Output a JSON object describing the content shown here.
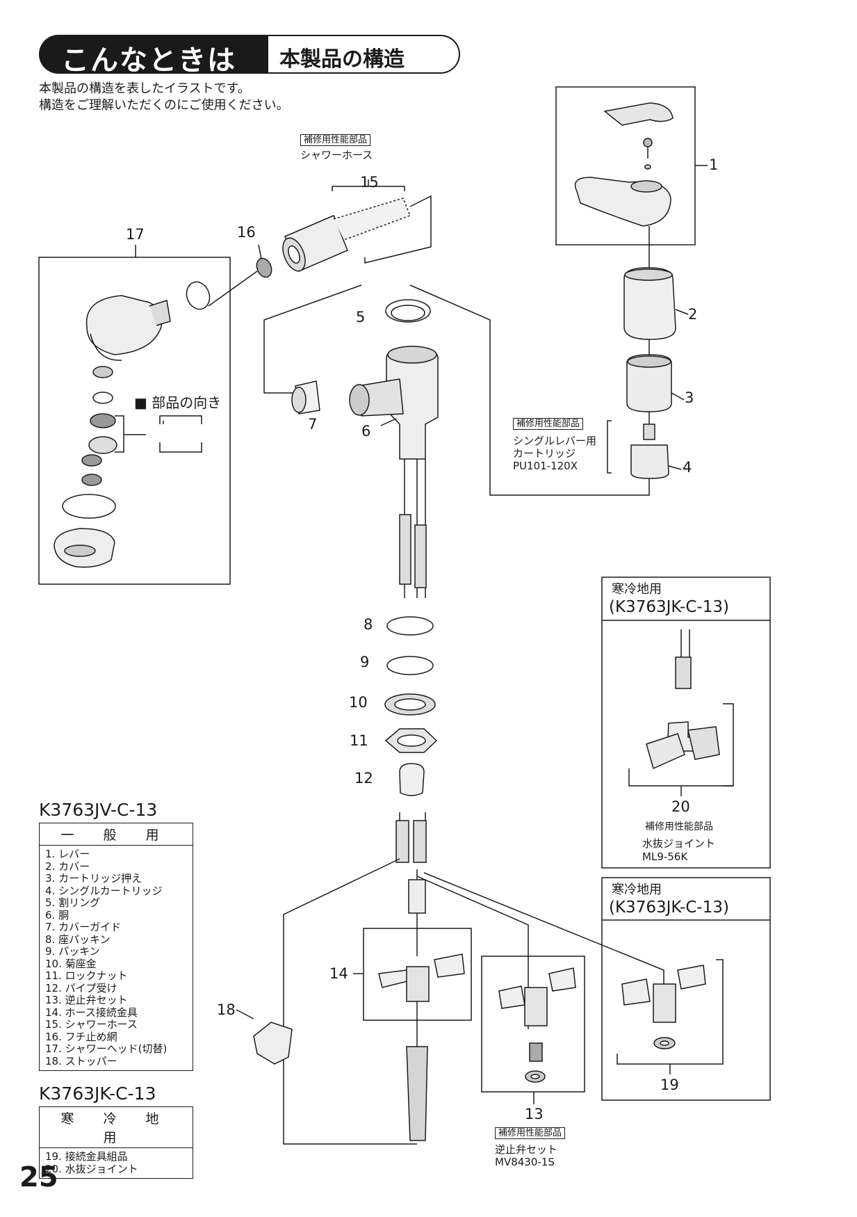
{
  "header": {
    "black_label": "こんなときは",
    "outline_label": "本製品の構造"
  },
  "intro": {
    "line1": "本製品の構造を表したイラストです。",
    "line2": "構造をご理解いただくのにご使用ください。"
  },
  "callouts": {
    "c1": "1",
    "c2": "2",
    "c3": "3",
    "c4": "4",
    "c5": "5",
    "c6": "6",
    "c7": "7",
    "c8": "8",
    "c9": "9",
    "c10": "10",
    "c11": "11",
    "c12": "12",
    "c13": "13",
    "c14": "14",
    "c15": "15",
    "c16": "16",
    "c17": "17",
    "c18": "18",
    "c19": "19",
    "c20": "20"
  },
  "hose_note": {
    "tag": "補修用性能部品",
    "name": "シャワーホース"
  },
  "cartridge_note": {
    "tag": "補修用性能部品",
    "line1": "シングルレバー用",
    "line2": "カートリッジ",
    "code": "PU101-120X"
  },
  "orientation_label": "■ 部品の向き",
  "cold_box_1": {
    "title1": "寒冷地用",
    "title2": "(K3763JK-C-13)",
    "tag": "補修用性能部品",
    "name": "水抜ジョイント",
    "code": "ML9-56K"
  },
  "cold_box_2": {
    "title1": "寒冷地用",
    "title2": "(K3763JK-C-13)"
  },
  "valve_note": {
    "tag": "補修用性能部品",
    "name": "逆止弁セット",
    "code": "MV8430-1S"
  },
  "general_table": {
    "model": "K3763JV-C-13",
    "heading": "一 般 用",
    "items": [
      " 1.  レバー",
      " 2.  カバー",
      " 3.  カートリッジ押え",
      " 4.  シングルカートリッジ",
      " 5.  割リング",
      " 6.  胴",
      " 7.  カバーガイド",
      " 8.  座パッキン",
      " 9.  パッキン",
      "10.  菊座金",
      "11.  ロックナット",
      "12.  パイプ受け",
      "13.  逆止弁セット",
      "14.  ホース接続金具",
      "15.  シャワーホース",
      "16.  フチ止め網",
      "17.  シャワーヘッド(切替)",
      "18.  ストッパー"
    ]
  },
  "cold_table": {
    "model": "K3763JK-C-13",
    "heading": "寒 冷 地 用",
    "items": [
      "19.  接続金具組品",
      "20.  水抜ジョイント"
    ]
  },
  "page_number": "25"
}
